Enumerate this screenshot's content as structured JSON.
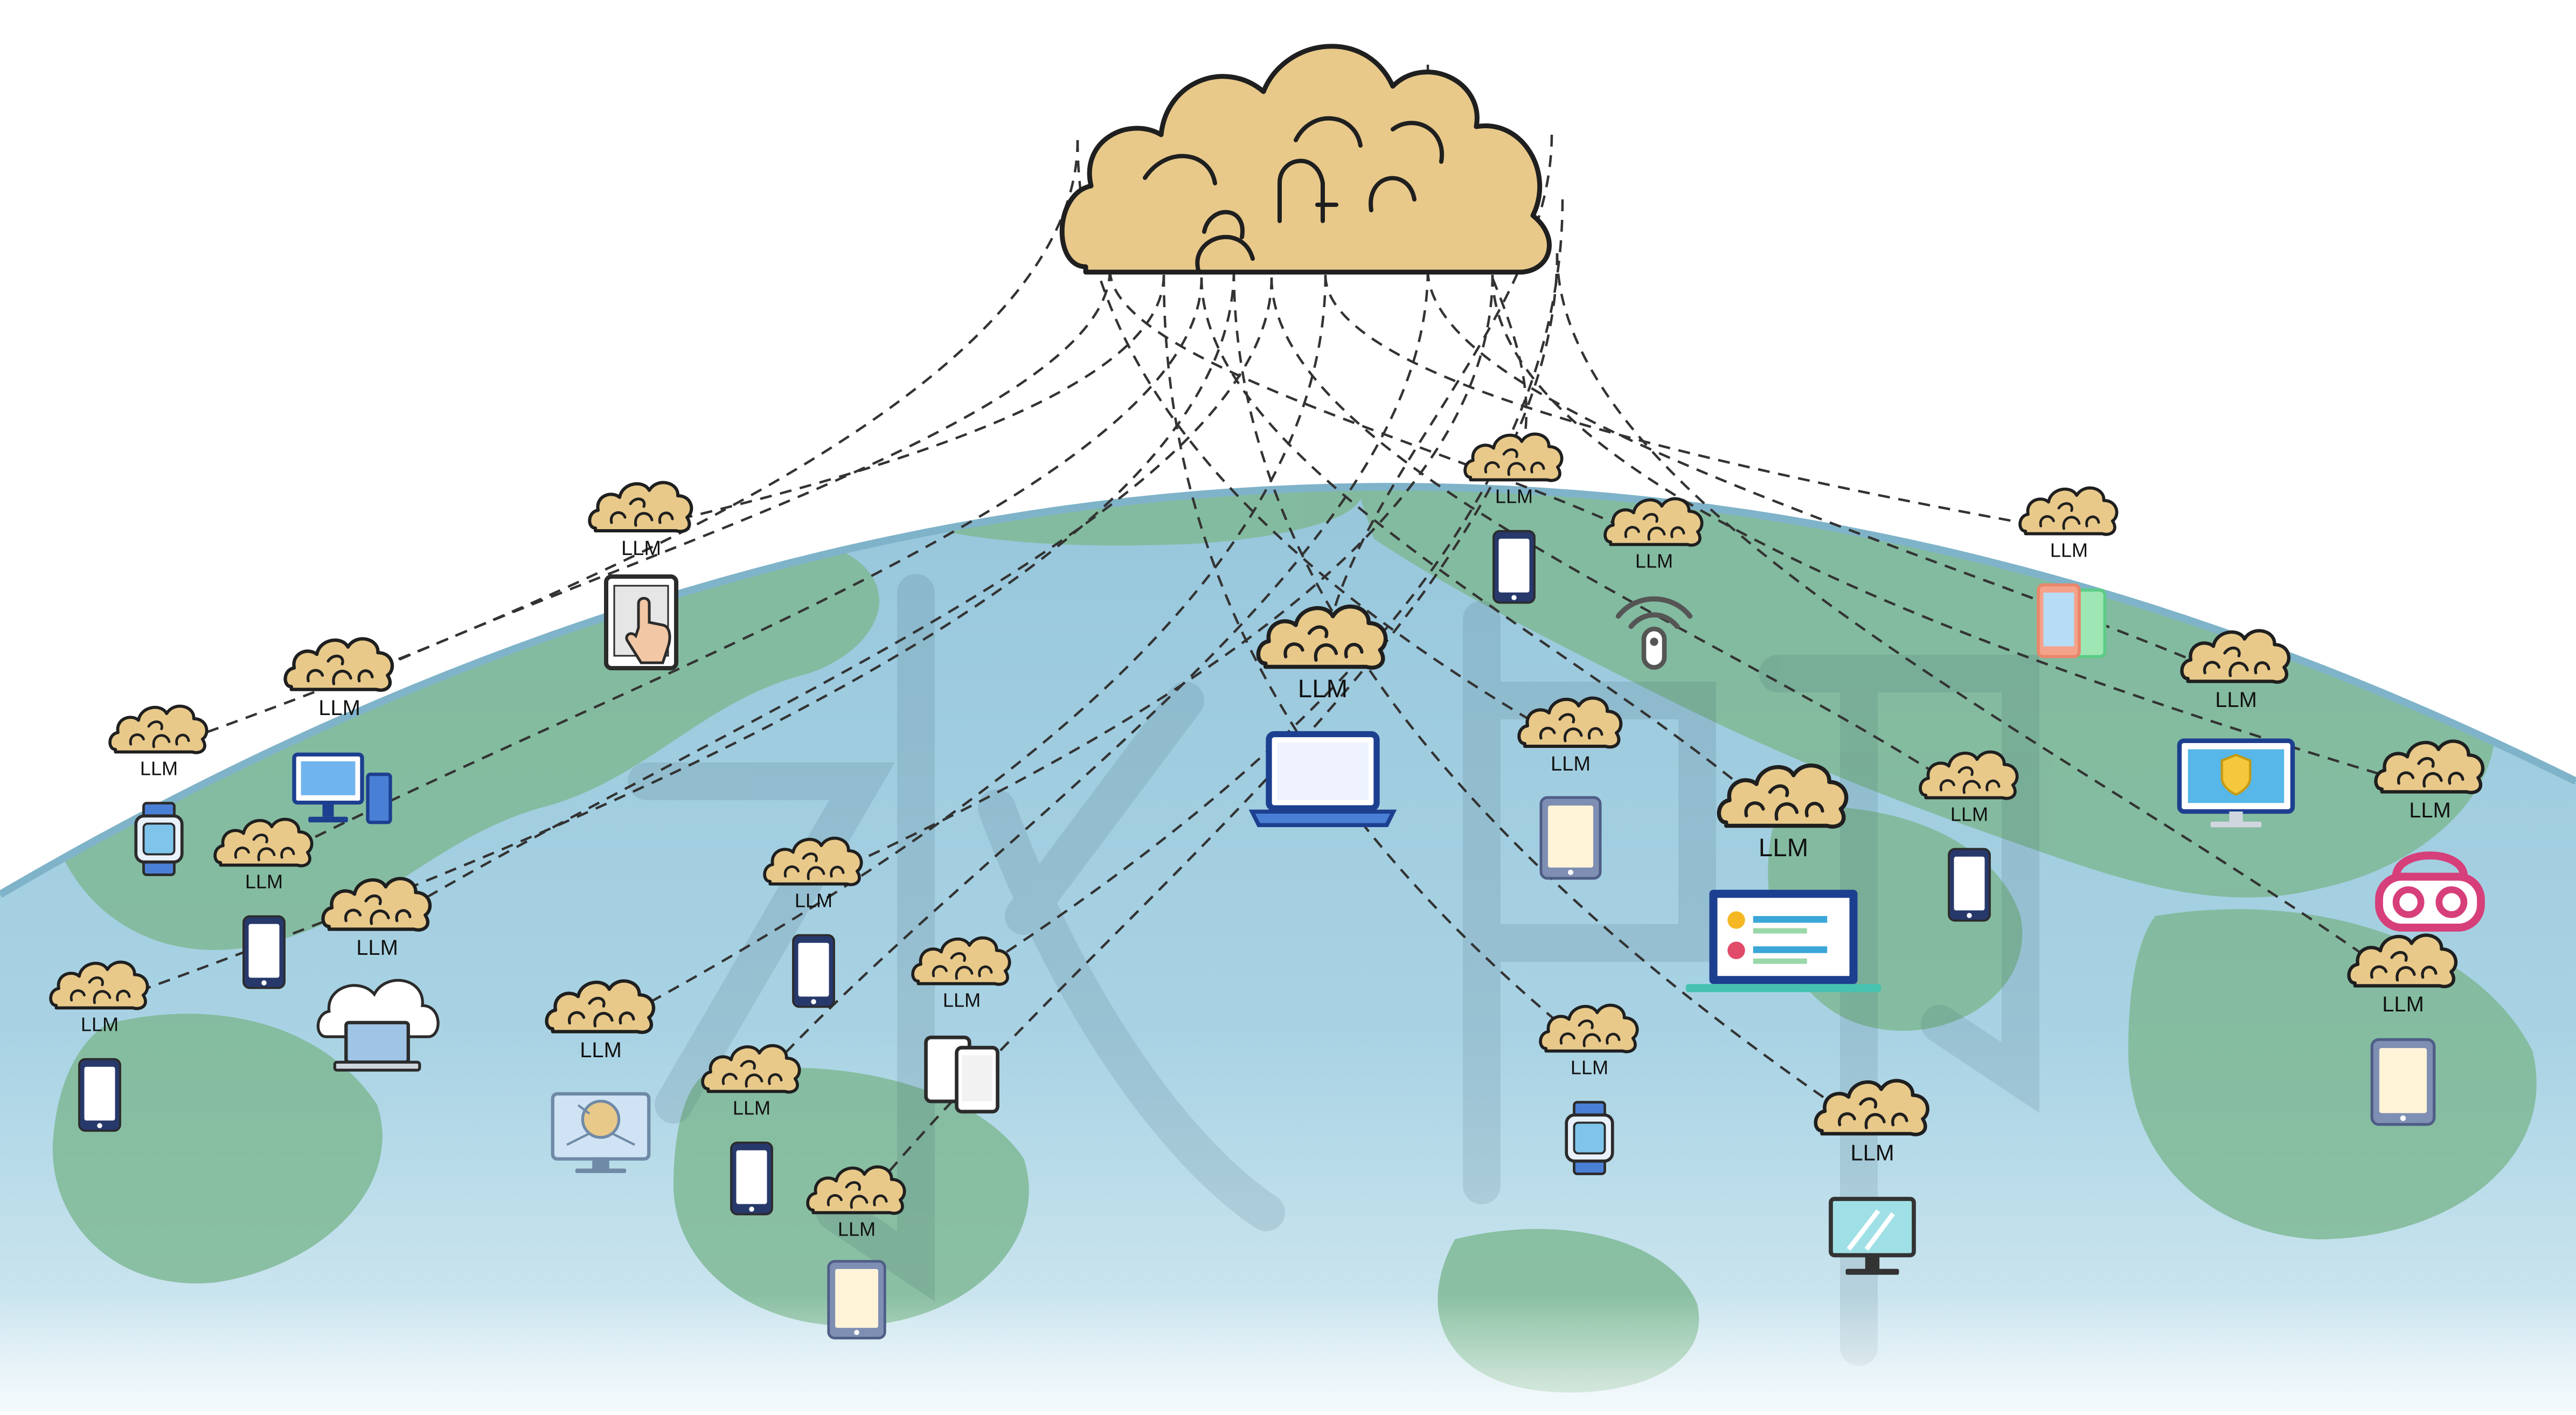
{
  "diagram": {
    "node_label": "LLM",
    "colors": {
      "brain_fill": "#e8c98a",
      "outline": "#1f1f1f",
      "ocean": "#a9d3e4",
      "land": "#7fb895",
      "rim": "#7fb3c9",
      "dash": "#333333"
    },
    "central_node": {
      "icon": "brain-cloud-icon"
    },
    "nodes": [
      {
        "id": "smartwatch-left",
        "icon": "smartwatch-icon",
        "label": "LLM"
      },
      {
        "id": "desktop-left",
        "icon": "desktop-computer-icon",
        "label": "LLM"
      },
      {
        "id": "ebook-tablet",
        "icon": "touch-tablet-icon",
        "label": "LLM"
      },
      {
        "id": "phone-small-left",
        "icon": "smartphone-icon",
        "label": "LLM"
      },
      {
        "id": "phone-far-left",
        "icon": "smartphone-icon",
        "label": "LLM"
      },
      {
        "id": "cloud-laptop",
        "icon": "cloud-laptop-icon",
        "label": "LLM"
      },
      {
        "id": "ai-monitor",
        "icon": "ai-brain-monitor-icon",
        "label": "LLM"
      },
      {
        "id": "phone-mid",
        "icon": "smartphone-icon",
        "label": "LLM"
      },
      {
        "id": "phone-blue",
        "icon": "smartphone-icon",
        "label": "LLM"
      },
      {
        "id": "tablet-bottom",
        "icon": "tablet-icon",
        "label": "LLM"
      },
      {
        "id": "dual-phones",
        "icon": "dual-devices-icon",
        "label": "LLM"
      },
      {
        "id": "laptop-center",
        "icon": "laptop-icon",
        "label": "LLM"
      },
      {
        "id": "phone-top-center",
        "icon": "smartphone-icon",
        "label": "LLM"
      },
      {
        "id": "tablet-center",
        "icon": "tablet-icon",
        "label": "LLM"
      },
      {
        "id": "wireless-sensor",
        "icon": "wireless-sensor-icon",
        "label": "LLM"
      },
      {
        "id": "smartwatch-center",
        "icon": "smartwatch-icon",
        "label": "LLM"
      },
      {
        "id": "checklist-laptop",
        "icon": "checklist-laptop-icon",
        "label": "LLM"
      },
      {
        "id": "monitor-bottom",
        "icon": "monitor-icon",
        "label": "LLM"
      },
      {
        "id": "phone-right",
        "icon": "smartphone-icon",
        "label": "LLM"
      },
      {
        "id": "phones-colorful",
        "icon": "phones-icon",
        "label": "LLM"
      },
      {
        "id": "security-monitor",
        "icon": "security-monitor-icon",
        "label": "LLM"
      },
      {
        "id": "vr-headset",
        "icon": "vr-headset-icon",
        "label": "LLM"
      },
      {
        "id": "tablet-right",
        "icon": "tablet-icon",
        "label": "LLM"
      }
    ]
  }
}
